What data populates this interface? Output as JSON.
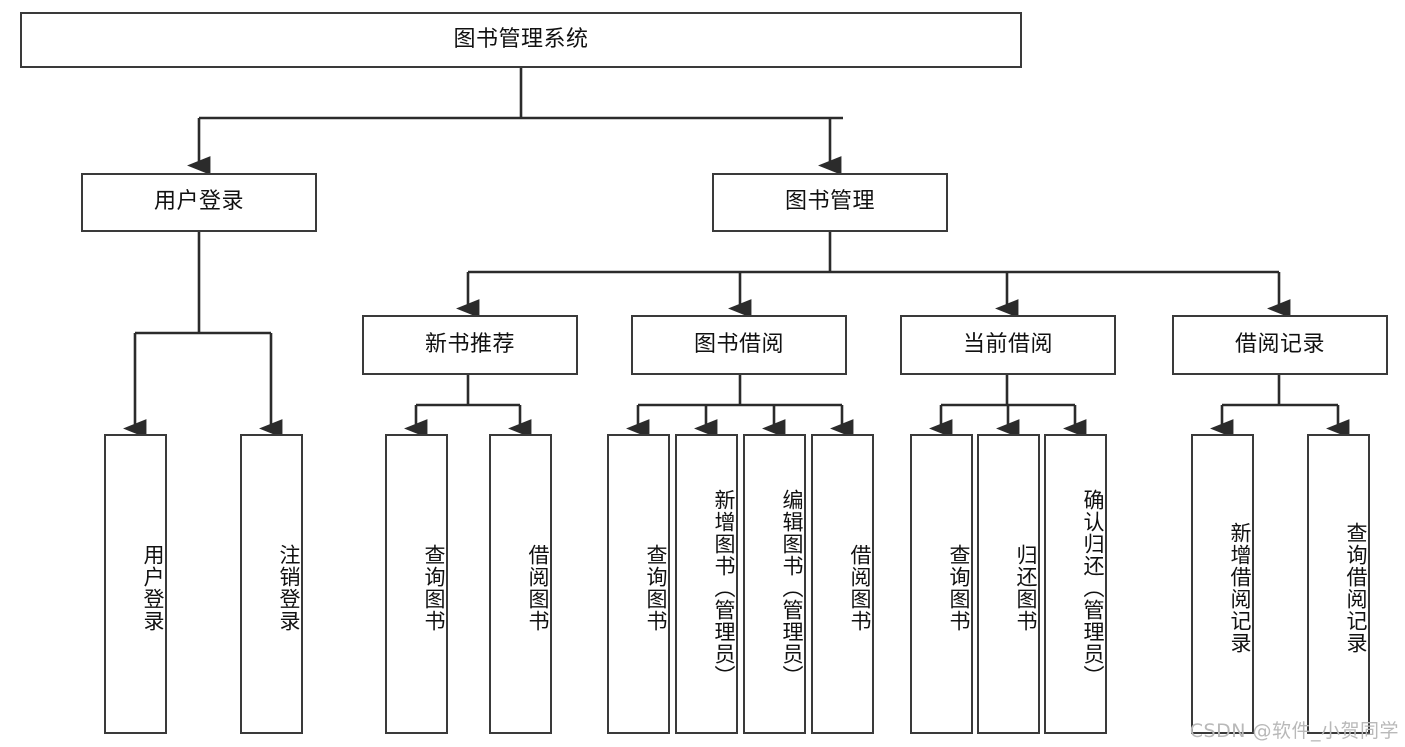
{
  "diagram": {
    "title": "图书管理系统",
    "type": "tree",
    "theme": {
      "background": "#ffffff",
      "box_border": "#3a3a3a",
      "box_fill": "#ffffff",
      "text": "#111111",
      "edge": "#2b2b2b",
      "watermark": "#b9b9b9"
    },
    "levels": {
      "root": {
        "id": "root",
        "label": "图书管理系统",
        "orientation": "horizontal"
      },
      "level2": [
        {
          "id": "user-login",
          "label": "用户登录",
          "orientation": "horizontal"
        },
        {
          "id": "book-manage",
          "label": "图书管理",
          "orientation": "horizontal"
        }
      ],
      "level3": [
        {
          "id": "new-book-rec",
          "label": "新书推荐",
          "orientation": "horizontal",
          "parent": "book-manage"
        },
        {
          "id": "book-borrow",
          "label": "图书借阅",
          "orientation": "horizontal",
          "parent": "book-manage"
        },
        {
          "id": "current-borrow",
          "label": "当前借阅",
          "orientation": "horizontal",
          "parent": "book-manage"
        },
        {
          "id": "borrow-record",
          "label": "借阅记录",
          "orientation": "horizontal",
          "parent": "book-manage"
        }
      ],
      "leaves": [
        {
          "id": "leaf-user-login",
          "label": "用户登录",
          "orientation": "vertical",
          "parent": "user-login"
        },
        {
          "id": "leaf-user-logout",
          "label": "注销登录",
          "orientation": "vertical",
          "parent": "user-login"
        },
        {
          "id": "leaf-query-book-1",
          "label": "查询图书",
          "orientation": "vertical",
          "parent": "new-book-rec"
        },
        {
          "id": "leaf-borrow-book-1",
          "label": "借阅图书",
          "orientation": "vertical",
          "parent": "new-book-rec"
        },
        {
          "id": "leaf-query-book-2",
          "label": "查询图书",
          "orientation": "vertical",
          "parent": "book-borrow"
        },
        {
          "id": "leaf-add-book",
          "label": "新增图书（管理员）",
          "orientation": "vertical",
          "parent": "book-borrow"
        },
        {
          "id": "leaf-edit-book",
          "label": "编辑图书（管理员）",
          "orientation": "vertical",
          "parent": "book-borrow"
        },
        {
          "id": "leaf-borrow-book-2",
          "label": "借阅图书",
          "orientation": "vertical",
          "parent": "book-borrow"
        },
        {
          "id": "leaf-query-book-3",
          "label": "查询图书",
          "orientation": "vertical",
          "parent": "current-borrow"
        },
        {
          "id": "leaf-return-book",
          "label": "归还图书",
          "orientation": "vertical",
          "parent": "current-borrow"
        },
        {
          "id": "leaf-confirm-return",
          "label": "确认归还（管理员）",
          "orientation": "vertical",
          "parent": "current-borrow"
        },
        {
          "id": "leaf-add-record",
          "label": "新增借阅记录",
          "orientation": "vertical",
          "parent": "borrow-record"
        },
        {
          "id": "leaf-query-record",
          "label": "查询借阅记录",
          "orientation": "vertical",
          "parent": "borrow-record"
        }
      ]
    }
  },
  "watermark": {
    "text": "CSDN @软件_小贺同学"
  }
}
